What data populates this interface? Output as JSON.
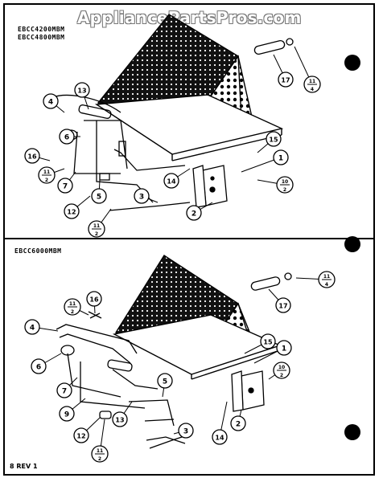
{
  "watermark": "AppliancePartsPros.com",
  "diagram_top": {
    "model_lines": [
      "EBCC4200MBM",
      "EBCC4800MBM"
    ],
    "callouts": [
      "1",
      "2",
      "3",
      "4",
      "5",
      "6",
      "7",
      "12",
      "13",
      "14",
      "15",
      "16",
      "17"
    ],
    "fractions": [
      {
        "num": "11",
        "den": "4"
      },
      {
        "num": "11",
        "den": "2"
      },
      {
        "num": "11",
        "den": "2"
      },
      {
        "num": "10",
        "den": "2"
      }
    ]
  },
  "diagram_bottom": {
    "model_lines": [
      "EBCC6000MBM"
    ],
    "callouts": [
      "1",
      "2",
      "3",
      "4",
      "5",
      "6",
      "7",
      "9",
      "12",
      "13",
      "14",
      "15",
      "16",
      "17"
    ],
    "fractions": [
      {
        "num": "11",
        "den": "4"
      },
      {
        "num": "11",
        "den": "2"
      },
      {
        "num": "10",
        "den": "2"
      },
      {
        "num": "11",
        "den": "2"
      }
    ]
  },
  "footer": "8 REV 1"
}
